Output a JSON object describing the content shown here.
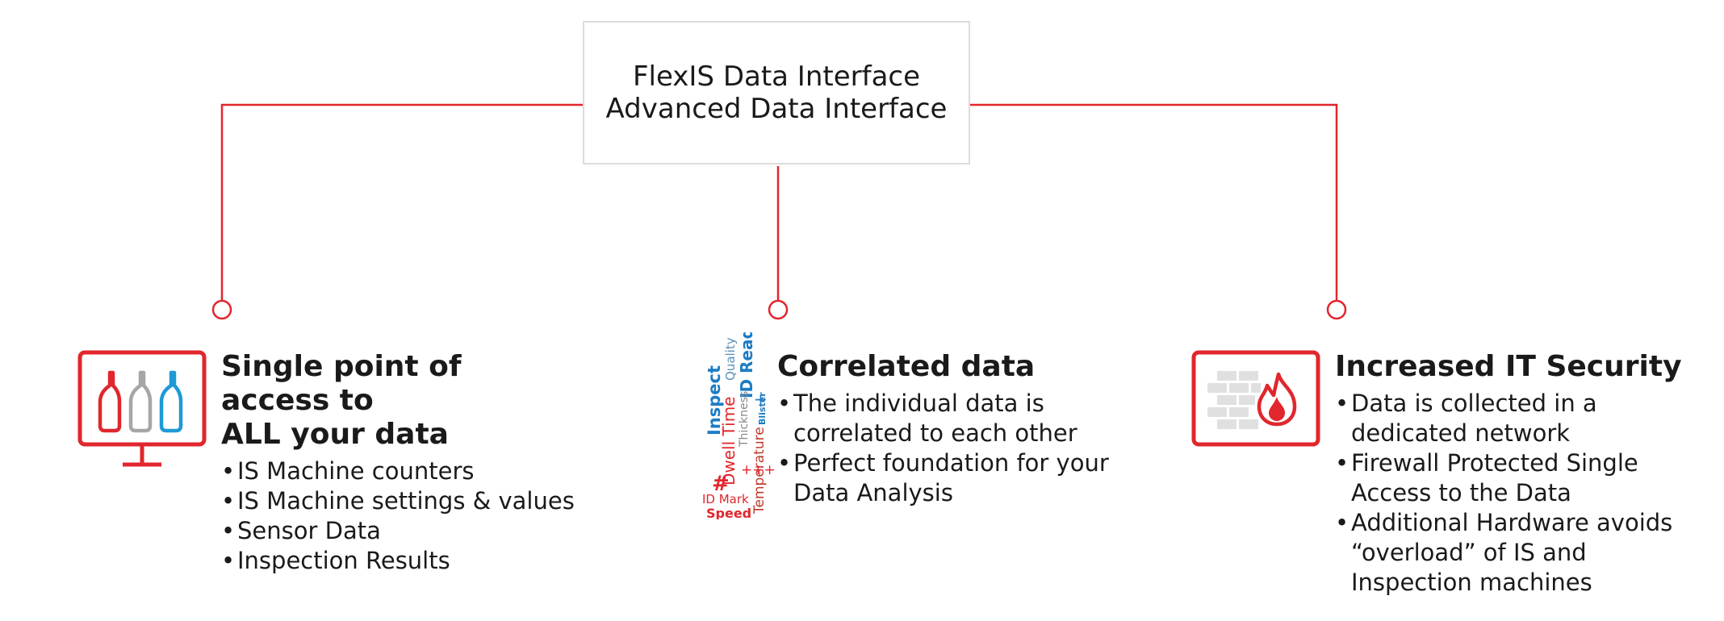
{
  "header": {
    "line1": "FlexIS Data Interface",
    "line2": "Advanced Data Interface"
  },
  "colors": {
    "accent": "#e1262d",
    "box_border": "#dcdcdc",
    "text": "#1a1a1a"
  },
  "columns": [
    {
      "icon": "monitor-with-bottles-icon",
      "title_line1": "Single point of access to",
      "title_line2": "ALL your data",
      "bullets": [
        [
          "IS Machine counters"
        ],
        [
          "IS Machine settings & values"
        ],
        [
          "Sensor Data"
        ],
        [
          "Inspection Results"
        ]
      ]
    },
    {
      "icon": "word-cloud-icon",
      "title_line1": "Correlated data",
      "bullets": [
        [
          "The individual data is",
          "correlated to each other"
        ],
        [
          "Perfect foundation for your",
          "Data Analysis"
        ]
      ]
    },
    {
      "icon": "firewall-monitor-icon",
      "title_line1": "Increased IT Security",
      "bullets": [
        [
          "Data is collected in a",
          "dedicated network"
        ],
        [
          "Firewall Protected Single",
          "Access to the Data"
        ],
        [
          "Additional Hardware avoids",
          "“overload” of IS and",
          "Inspection machines"
        ]
      ]
    }
  ],
  "word_cloud": {
    "words": [
      "Inspect",
      "Quality",
      "ID Read",
      "Dwell Time",
      "Thickness",
      "Temperature",
      "Blister",
      "ID Mark",
      "Speed"
    ]
  }
}
